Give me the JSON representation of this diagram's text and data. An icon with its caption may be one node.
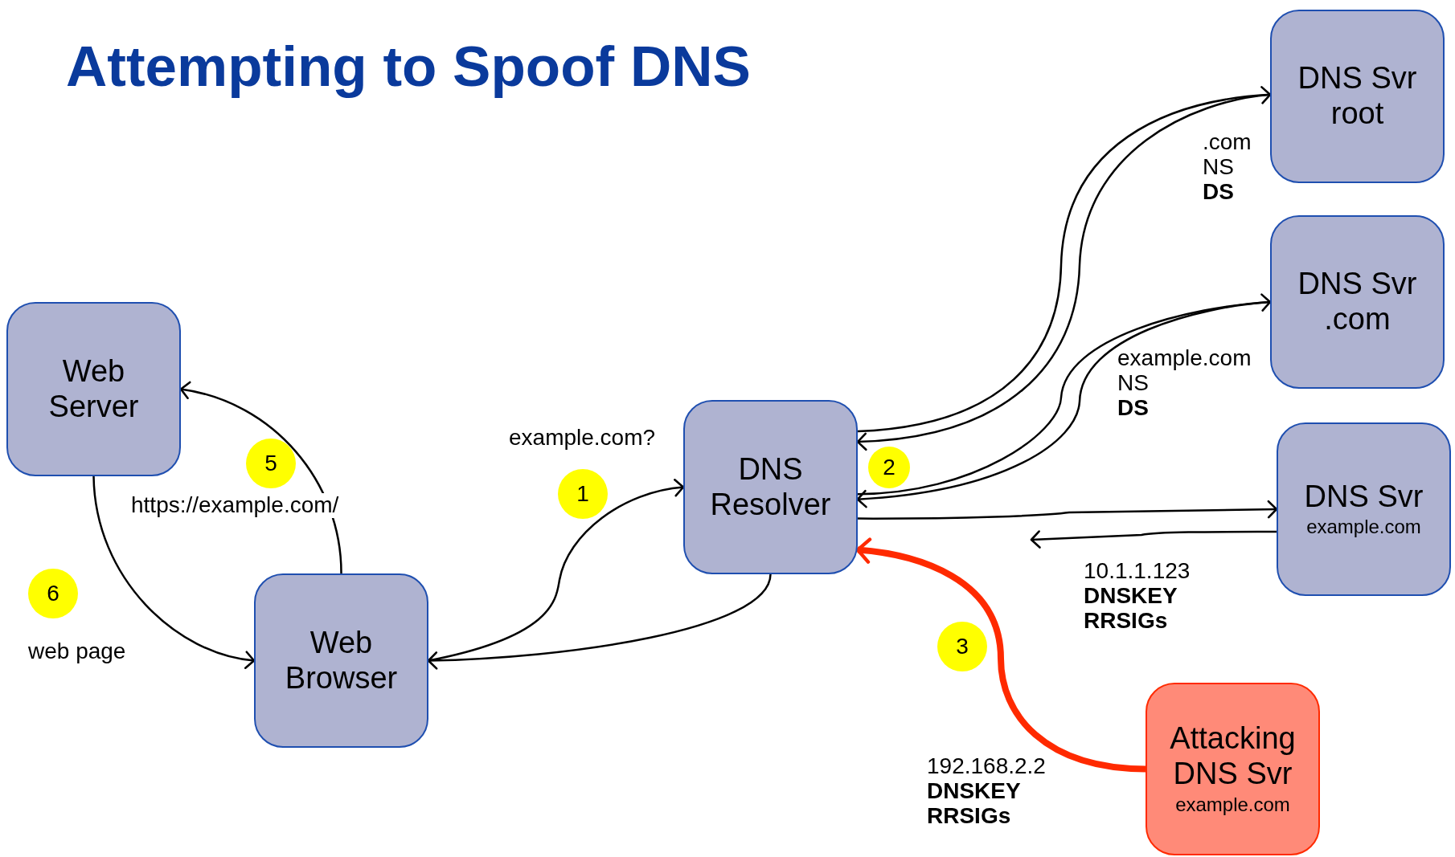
{
  "diagram": {
    "title": "Attempting to Spoof DNS",
    "nodes": [
      {
        "text": [
          "DNS Svr root"
        ]
      },
      {
        "text": [
          "DNS Svr .com"
        ]
      },
      {
        "text": [
          "Web Server"
        ]
      },
      {
        "text": [
          "DNS Resolver"
        ]
      },
      {
        "text": [
          "DNS Svr",
          "example.com"
        ]
      },
      {
        "text": [
          "Web Browser"
        ]
      },
      {
        "text": [
          "Attacking DNS Svr",
          "example.com"
        ]
      },
      {
        "text": [
          "5"
        ]
      },
      {
        "text": [
          "1"
        ]
      },
      {
        "text": [
          "2"
        ]
      },
      {
        "text": [
          "6"
        ]
      },
      {
        "text": [
          "3"
        ]
      }
    ],
    "edges": [
      {
        "from": 5,
        "to": 3,
        "arrow": "to"
      },
      {
        "from": 3,
        "to": 5,
        "arrow": "to"
      },
      {
        "from": 3,
        "to": 0,
        "arrow": "to"
      },
      {
        "from": 0,
        "to": 3,
        "arrow": "to"
      },
      {
        "from": 3,
        "to": 1,
        "arrow": "to"
      },
      {
        "from": 1,
        "to": 3,
        "arrow": "to"
      },
      {
        "from": 3,
        "to": 4,
        "arrow": "to"
      },
      {
        "from": 4,
        "to": null,
        "arrow": "to"
      },
      {
        "from": 6,
        "to": 3,
        "arrow": "to",
        "style": "thick",
        "color": "#ff2a00"
      },
      {
        "from": 5,
        "to": 2,
        "arrow": "to"
      },
      {
        "from": 2,
        "to": 5,
        "arrow": "to"
      }
    ],
    "labels": [
      ".com NS **DS**",
      "example.com NS **DS**",
      "example.com?",
      "https://example.com/",
      "10.1.1.123 **DNSKEY RRSIGs**",
      "web page",
      "192.168.2.2 **DNSKEY RRSIGs**"
    ]
  }
}
